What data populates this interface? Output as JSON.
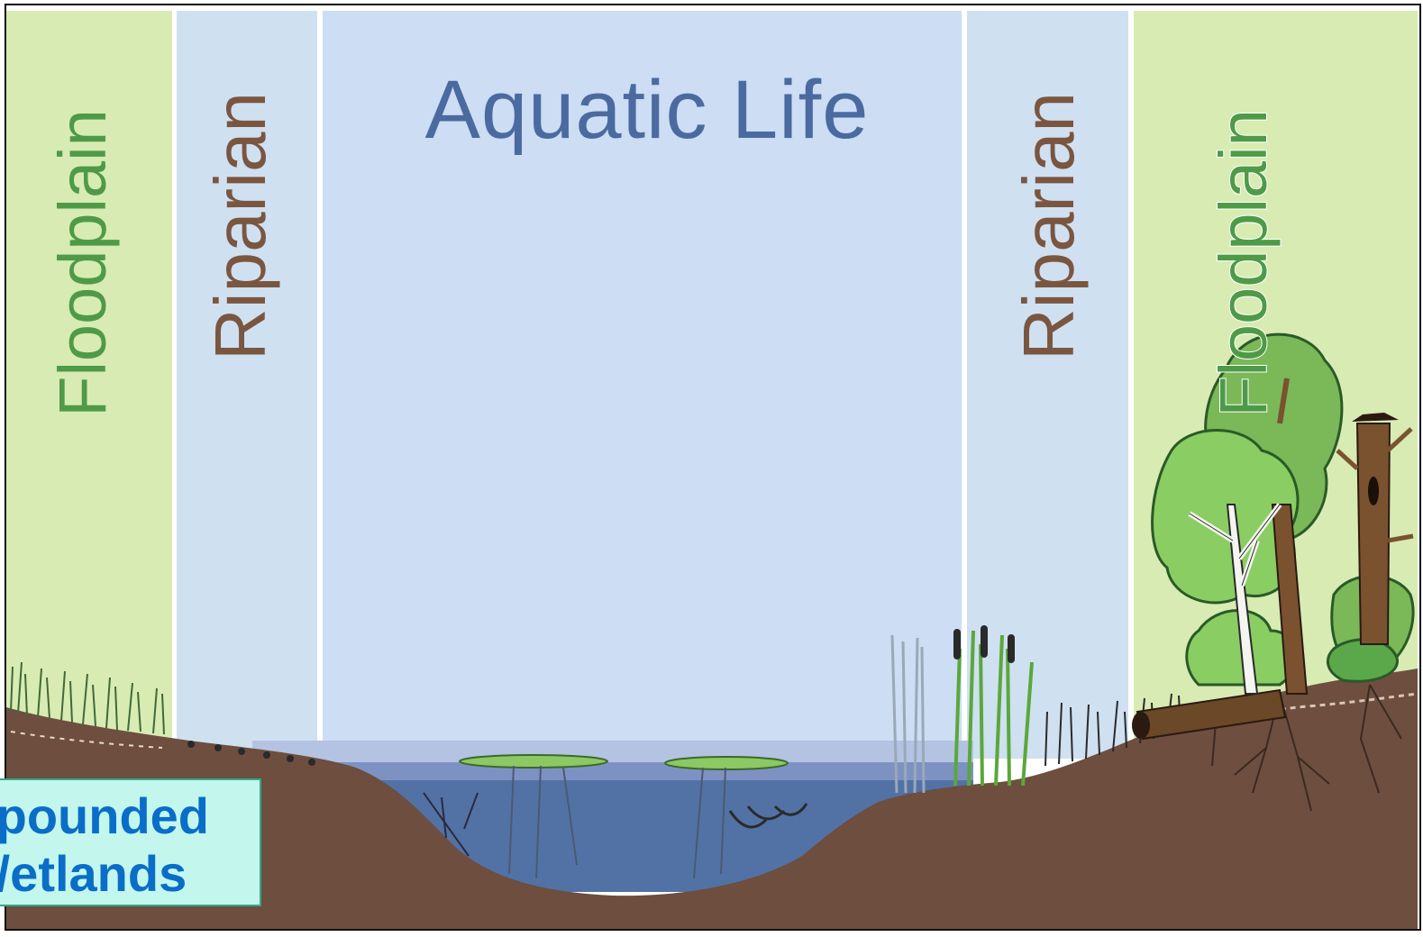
{
  "labels": {
    "aquatic": "Aquatic Life",
    "riparian_left": "Riparian",
    "riparian_right": "Riparian",
    "floodplain_left": "Floodplain",
    "floodplain_right": "Floodplain",
    "impounded": "pounded\n/etlands"
  },
  "colors": {
    "floodplain_bg": "#d8ebb3",
    "riparian_bg": "#cfe0f1",
    "aquatic_bg": "#ccddf4",
    "separator": "#ffffff",
    "floodplain_text": "#4e9a48",
    "riparian_text": "#7a5640",
    "aquatic_text": "#4a6aa0",
    "soil": "#6e4e3e",
    "water": "#5272a6",
    "water_light": "#b4c3e2",
    "impounded_box": "#c3f7ee",
    "impounded_text": "#0a6ec8",
    "frame": "#111111"
  }
}
